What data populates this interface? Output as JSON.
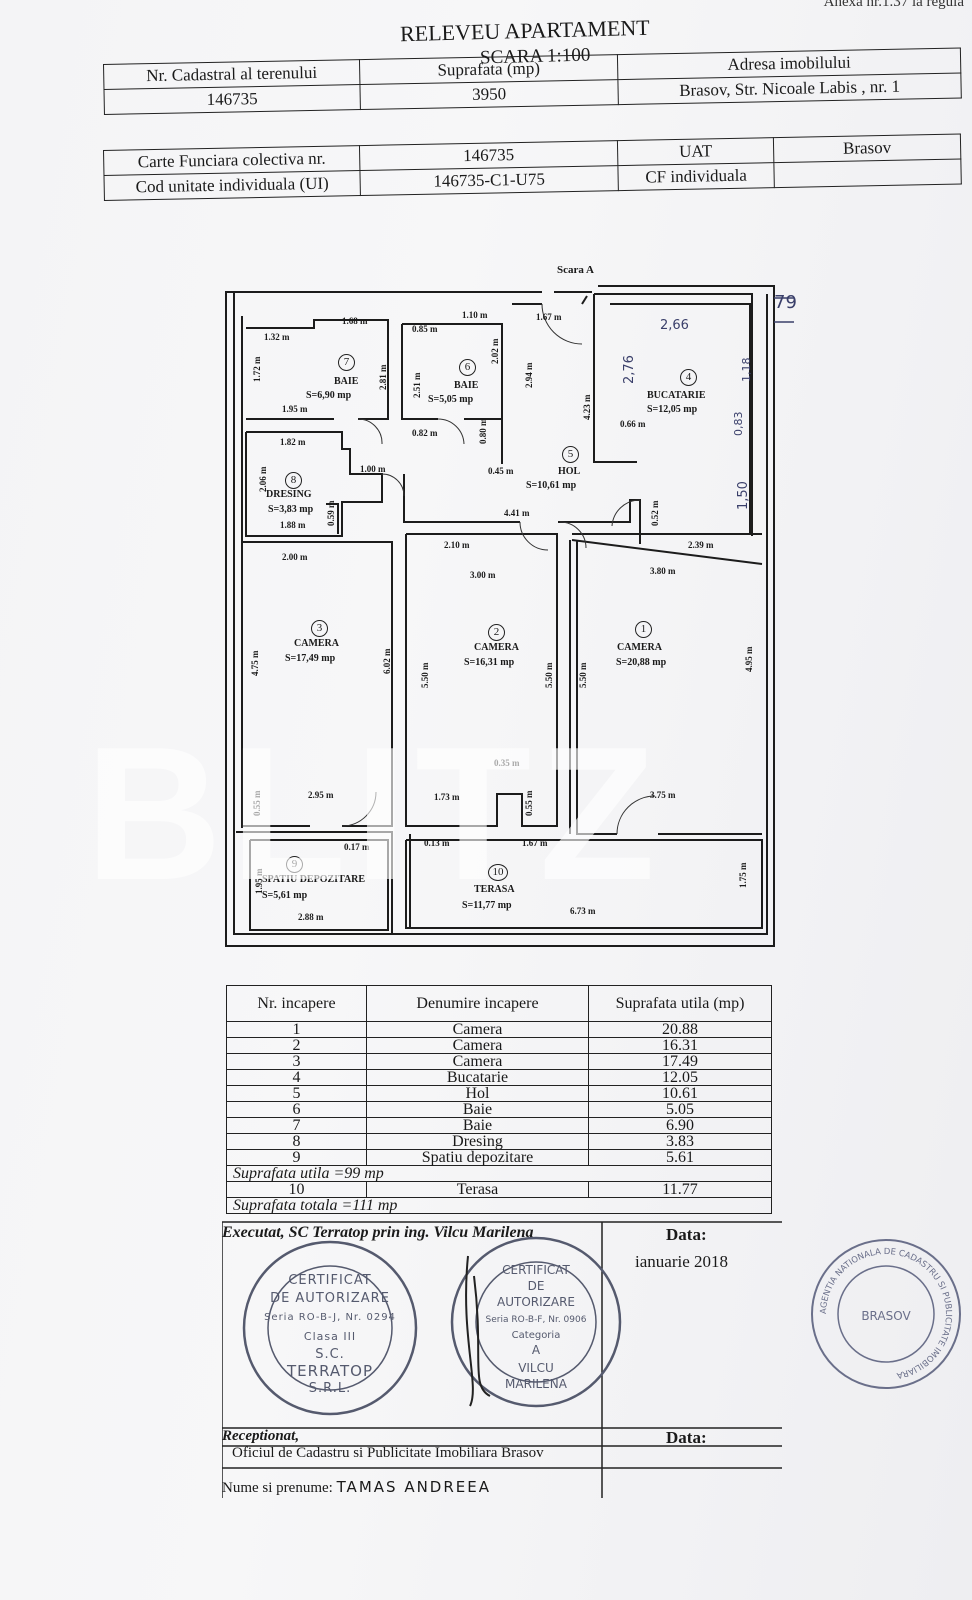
{
  "header": {
    "annex": "Anexa nr.1.37 la regula",
    "title": "RELEVEU APARTAMENT",
    "scale": "SCARA 1:100"
  },
  "table1": {
    "col1_label": "Nr. Cadastral al terenului",
    "col1_value": "146735",
    "col2_label": "Suprafata (mp)",
    "col2_value": "3950",
    "col3_label": "Adresa imobilului",
    "col3_value": "Brasov, Str. Nicoale Labis , nr. 1"
  },
  "table2": {
    "r1_label": "Carte Funciara colectiva nr.",
    "r1_value": "146735",
    "r1_key": "UAT",
    "r1_key_value": "Brasov",
    "r2_label": "Cod unitate individuala (UI)",
    "r2_value": "146735-C1-U75",
    "r2_key": "CF individuala",
    "r2_key_value": ""
  },
  "plan": {
    "stair": "Scara A",
    "rooms": {
      "r7": {
        "num": "7",
        "name": "BAIE",
        "area": "S=6,90 mp"
      },
      "r6": {
        "num": "6",
        "name": "BAIE",
        "area": "S=5,05 mp"
      },
      "r4": {
        "num": "4",
        "name": "BUCATARIE",
        "area": "S=12,05 mp"
      },
      "r8": {
        "num": "8",
        "name": "DRESING",
        "area": "S=3,83 mp"
      },
      "r5": {
        "num": "5",
        "name": "HOL",
        "area": "S=10,61 mp"
      },
      "r3": {
        "num": "3",
        "name": "CAMERA",
        "area": "S=17,49 mp"
      },
      "r2": {
        "num": "2",
        "name": "CAMERA",
        "area": "S=16,31 mp"
      },
      "r1": {
        "num": "1",
        "name": "CAMERA",
        "area": "S=20,88 mp"
      },
      "r9": {
        "num": "9",
        "name": "SPATIU DEPOZITARE",
        "area": "S=5,61 mp"
      },
      "r10": {
        "num": "10",
        "name": "TERASA",
        "area": "S=11,77 mp"
      }
    },
    "dims": {
      "d1": "1.68 m",
      "d2": "1.32 m",
      "d3": "1.72 m",
      "d4": "2.81 m",
      "d5": "1.95 m",
      "d6": "1.10 m",
      "d7": "0.85 m",
      "d8": "2.02 m",
      "d9": "2.51 m",
      "d10": "0.82 m",
      "d11": "0.80 m",
      "d12": "1.67 m",
      "d13": "2.94 m",
      "d14": "4.23 m",
      "d15": "0.45 m",
      "d16": "0.66 m",
      "d17": "1.82 m",
      "d18": "1.00 m",
      "d19": "2.06 m",
      "d20": "1.88 m",
      "d21": "0.59 m",
      "d22": "4.41 m",
      "d23": "0.52 m",
      "d24": "2.00 m",
      "d25": "2.10 m",
      "d26": "2.39 m",
      "d27": "3.00 m",
      "d28": "3.80 m",
      "d29": "4.75 m",
      "d30": "6.02 m",
      "d31": "5.50 m",
      "d32": "5.50 m",
      "d33": "5.50 m",
      "d34": "4.95 m",
      "d35": "0.35 m",
      "d36": "2.95 m",
      "d37": "1.73 m",
      "d38": "3.75 m",
      "d39": "0.55 m",
      "d40": "0.55 m",
      "d41": "0.17 m",
      "d42": "0.13 m",
      "d43": "1.67 m",
      "d44": "1.95 m",
      "d45": "2.88 m",
      "d46": "6.73 m",
      "d47": "1.75 m"
    },
    "handwritten": {
      "h1": "79",
      "h2": "2,66",
      "h3": "2,76",
      "h4": "1,18",
      "h5": "0,83",
      "h6": "1,50"
    }
  },
  "rooms_table": {
    "headers": [
      "Nr. incapere",
      "Denumire incapere",
      "Suprafata utila (mp)"
    ],
    "rows": [
      [
        "1",
        "Camera",
        "20.88"
      ],
      [
        "2",
        "Camera",
        "16.31"
      ],
      [
        "3",
        "Camera",
        "17.49"
      ],
      [
        "4",
        "Bucatarie",
        "12.05"
      ],
      [
        "5",
        "Hol",
        "10.61"
      ],
      [
        "6",
        "Baie",
        "5.05"
      ],
      [
        "7",
        "Baie",
        "6.90"
      ],
      [
        "8",
        "Dresing",
        "3.83"
      ],
      [
        "9",
        "Spatiu depozitare",
        "5.61"
      ]
    ],
    "utila": "Suprafata utila =99 mp",
    "terasa_row": [
      "10",
      "Terasa",
      "11.77"
    ],
    "totala": "Suprafata totala =111 mp"
  },
  "footer": {
    "executed": "Executat, SC Terratop prin ing. Vilcu Marilena",
    "data_label": "Data:",
    "data_value": "ianuarie 2018",
    "receptionat": "Receptionat,",
    "oficiu": "Oficiul de Cadastru si Publicitate Imobiliara Brasov",
    "data2_label": "Data:",
    "nume_label": "Nume si prenume:",
    "nume_value": "TAMAS ANDREEA"
  },
  "stamps": {
    "s1": [
      "CERTIFICAT",
      "DE AUTORIZARE",
      "Seria RO-B-J, Nr. 0294",
      "Clasa III",
      "S.C.",
      "TERRATOP",
      "S.R.L."
    ],
    "s2": [
      "CERTIFICAT",
      "DE",
      "AUTORIZARE",
      "Seria RO-B-F, Nr. 0906",
      "Categoria",
      "A",
      "VILCU",
      "MARILENA"
    ],
    "s3": [
      "AGENTIA NATIONALA DE CADASTRU SI PUBLICITATE IMOBILIARA",
      "BRASOV"
    ]
  },
  "watermark": "BLITZ"
}
